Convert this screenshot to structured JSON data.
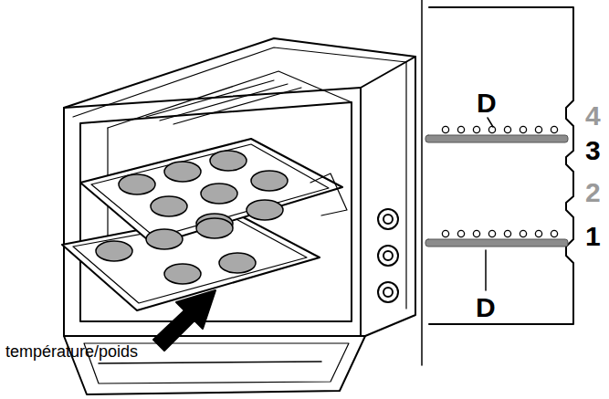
{
  "diagram": {
    "labels": [
      "D",
      "4",
      "3",
      "2",
      "1",
      "D",
      "température/poids"
    ]
  }
}
